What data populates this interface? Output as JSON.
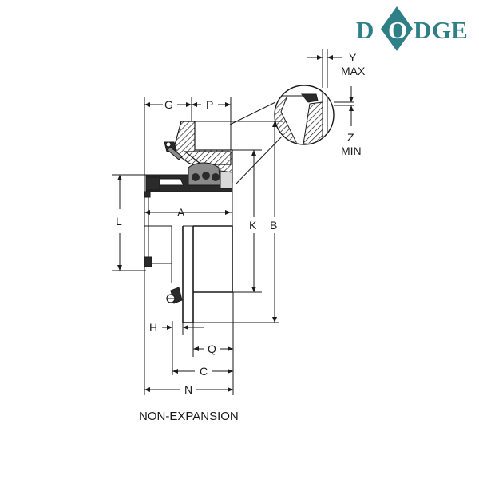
{
  "brand": {
    "logo_text_left": "D",
    "logo_text_mid": "D",
    "logo_text_right": "GE",
    "logo_letter_in_diamond": "O",
    "brand_color": "#2e7f86"
  },
  "dimensions": {
    "G": "G",
    "P": "P",
    "Y": "Y",
    "MAX": "MAX",
    "Z": "Z",
    "MIN": "MIN",
    "A": "A",
    "L": "L",
    "K": "K",
    "B": "B",
    "H": "H",
    "Q": "Q",
    "C": "C",
    "N": "N"
  },
  "caption": "NON-EXPANSION"
}
